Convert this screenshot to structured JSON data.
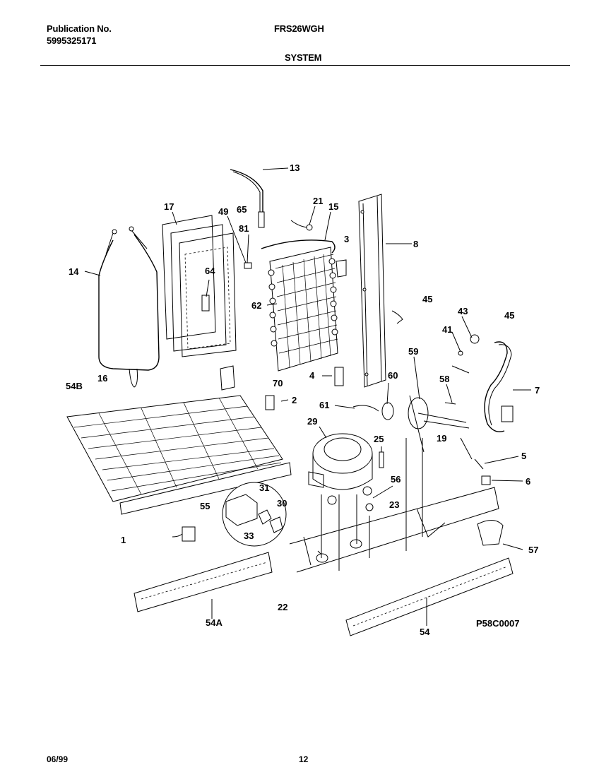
{
  "header": {
    "publication_label": "Publication No.",
    "publication_number": "5995325171",
    "model": "FRS26WGH",
    "section": "SYSTEM"
  },
  "diagram": {
    "drawing_id": "P58C0007",
    "callouts": [
      "13",
      "17",
      "49",
      "65",
      "21",
      "15",
      "81",
      "3",
      "8",
      "14",
      "64",
      "62",
      "45",
      "45",
      "43",
      "41",
      "59",
      "54B",
      "16",
      "70",
      "2",
      "4",
      "60",
      "58",
      "7",
      "61",
      "29",
      "25",
      "19",
      "5",
      "6",
      "56",
      "31",
      "30",
      "23",
      "55",
      "33",
      "1",
      "57",
      "22",
      "54A",
      "54"
    ]
  },
  "footer": {
    "date": "06/99",
    "page": "12"
  }
}
